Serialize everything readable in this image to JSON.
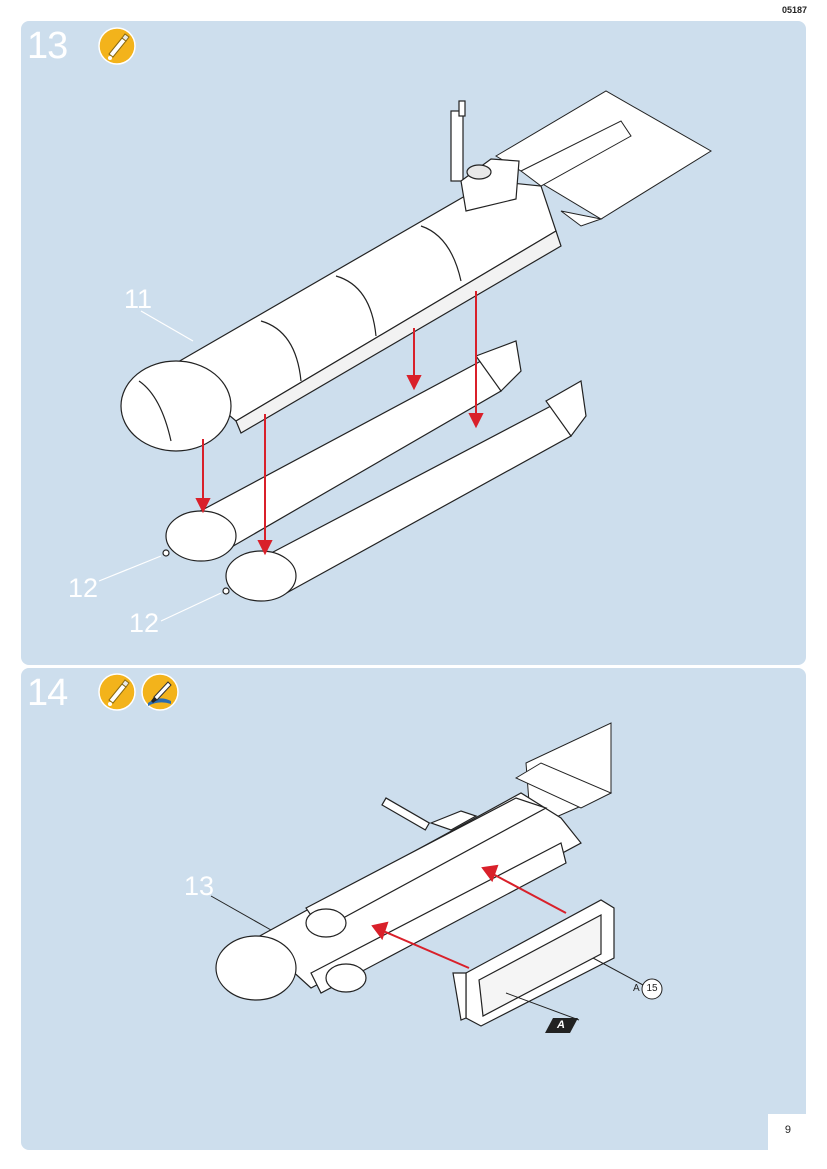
{
  "header": {
    "code": "05187"
  },
  "steps": [
    {
      "number": "13",
      "icons": [
        "glue-tube-icon"
      ],
      "callouts": [
        "11",
        "12",
        "12"
      ]
    },
    {
      "number": "14",
      "icons": [
        "glue-tube-icon",
        "paint-brush-icon"
      ],
      "callouts": [
        "13"
      ],
      "part_ref": {
        "sprue": "A",
        "part": "15"
      },
      "decal_label": "A"
    }
  ],
  "footer": {
    "page_number": "9"
  },
  "colors": {
    "panel": "#cddeed",
    "arrow": "#d9202a",
    "icon_bg": "#f3b31b"
  }
}
